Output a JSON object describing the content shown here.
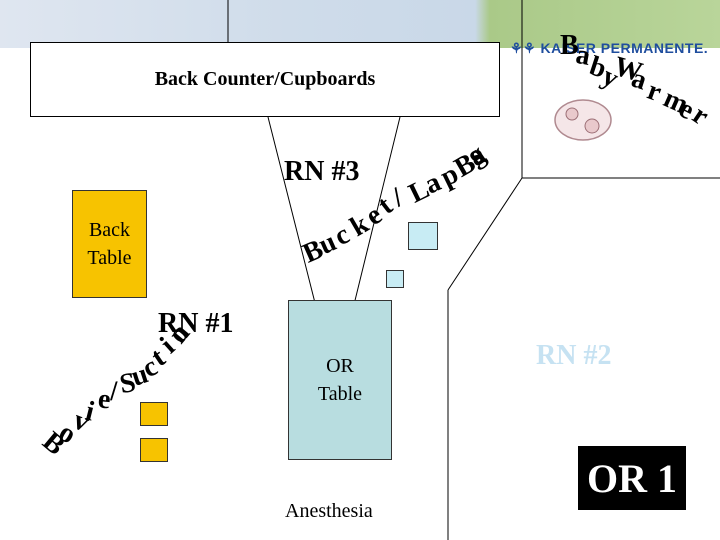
{
  "logo": {
    "text": "KAISER PERMANENTE."
  },
  "counter": {
    "label": "Back Counter/Cupboards"
  },
  "back_table": {
    "line1": "Back",
    "line2": "Table"
  },
  "or_table": {
    "line1": "OR",
    "line2": "Table"
  },
  "labels": {
    "rn1": "RN #1",
    "rn2": "RN #2",
    "rn3": "RN #3",
    "anesthesia": "Anesthesia",
    "or1": "OR 1"
  },
  "curved": {
    "bucket_lap_bags": "Bucket/Lap Bags",
    "bovie_suction": "Bovie/Suction",
    "baby_warmer": "Baby Warmer"
  },
  "colors": {
    "table_yellow": "#f7c300",
    "or_table_blue": "#b8dde0",
    "small_square_blue": "#c8ecf4",
    "rn2_label": "#c6e2f2",
    "header_green": "#b9d59a"
  }
}
